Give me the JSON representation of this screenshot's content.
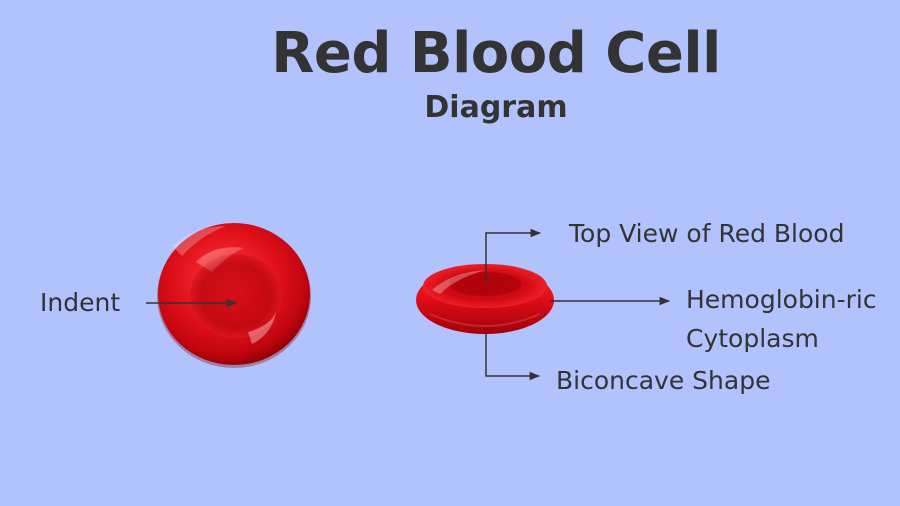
{
  "diagram": {
    "title": "Red Blood Cell",
    "subtitle": "Diagram",
    "labels": {
      "indent": "Indent",
      "top_view": "Top View of Red Blood",
      "hemoglobin_line1": "Hemoglobin-ric",
      "hemoglobin_line2": "Cytoplasm",
      "biconcave": "Biconcave Shape"
    },
    "colors": {
      "background": "#b2c2fd",
      "cell_red": "#e0101a",
      "cell_dark": "#9a0008",
      "text": "#333333",
      "arrow": "#333333"
    }
  }
}
